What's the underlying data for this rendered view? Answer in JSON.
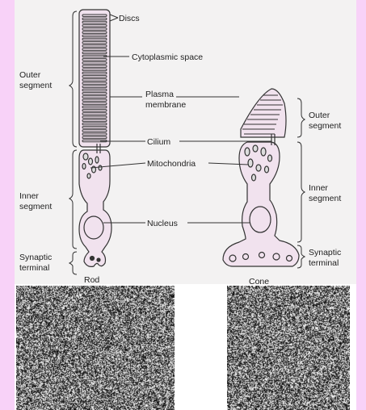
{
  "labels": {
    "discs": "Discs",
    "cytoplasmic_space": "Cytoplasmic space",
    "plasma_membrane_1": "Plasma",
    "plasma_membrane_2": "membrane",
    "cilium": "Cilium",
    "mitochondria": "Mitochondria",
    "nucleus": "Nucleus",
    "left_outer_1": "Outer",
    "left_outer_2": "segment",
    "left_inner_1": "Inner",
    "left_inner_2": "segment",
    "left_synaptic_1": "Synaptic",
    "left_synaptic_2": "terminal",
    "right_outer_1": "Outer",
    "right_outer_2": "segment",
    "right_inner_1": "Inner",
    "right_inner_2": "segment",
    "right_synaptic_1": "Synaptic",
    "right_synaptic_2": "terminal",
    "rod": "Rod",
    "cone": "Cone"
  },
  "colors": {
    "page_border": "#f8d2f8",
    "figure_background": "#f3f2f2",
    "cell_fill": "#f1e2ee",
    "line": "#333333"
  },
  "noise": {
    "density": 0.55
  }
}
